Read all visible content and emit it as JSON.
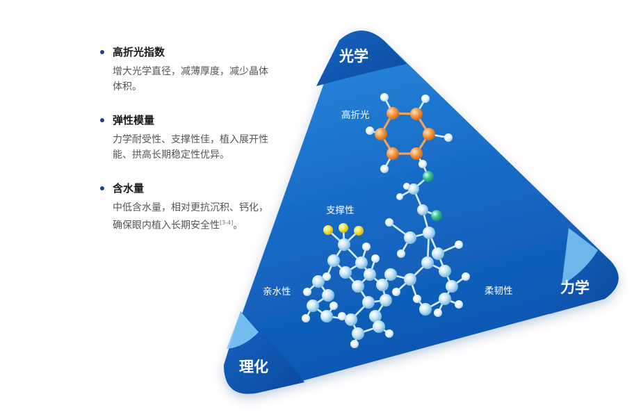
{
  "features": [
    {
      "title": "高折光指数",
      "desc": "增大光学直径，减薄厚度，减少晶体体积。",
      "ref": ""
    },
    {
      "title": "弹性模量",
      "desc": "力学耐受性、支撑性佳，植入展开性能、拱高长期稳定性优异。",
      "ref": ""
    },
    {
      "title": "含水量",
      "desc": "中低含水量，相对更抗沉积、钙化，确保眼内植入长期安全性",
      "ref": "[3-4]",
      "suffix": "。"
    }
  ],
  "triangle": {
    "corners": {
      "top": "光学",
      "right": "力学",
      "left": "理化"
    },
    "labels": {
      "high_refraction": "高折光",
      "support": "支撑性",
      "hydrophilic": "亲水性",
      "toughness": "柔韧性"
    }
  },
  "colors": {
    "triangle_dark": "#0a4fa8",
    "triangle_mid": "#1e78d2",
    "triangle_light": "#7ec8f5",
    "atom_orange": "#f0903a",
    "atom_yellow": "#f2e44a",
    "atom_green": "#3cbf9a",
    "atom_blue": "#9fd4f2"
  }
}
